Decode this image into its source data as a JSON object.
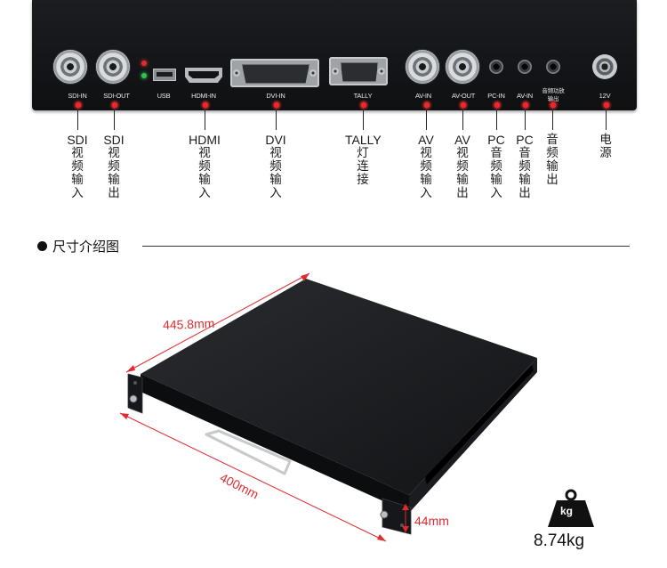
{
  "panel": {
    "ports": [
      {
        "id": "sdi_in",
        "label": "SDI-IN"
      },
      {
        "id": "sdi_out",
        "label": "SDI-OUT"
      },
      {
        "id": "usb",
        "label": "USB"
      },
      {
        "id": "hdmi_in",
        "label": "HDMI-IN"
      },
      {
        "id": "dvi_in",
        "label": "DVI-IN"
      },
      {
        "id": "tally",
        "label": "TALLY"
      },
      {
        "id": "av_in",
        "label": "AV-IN"
      },
      {
        "id": "av_out",
        "label": "AV-OUT"
      },
      {
        "id": "pc_in",
        "label": "PC-IN"
      },
      {
        "id": "av_in_2",
        "label": "AV-IN"
      },
      {
        "id": "audio_amp_out",
        "label": "音频功放输出"
      },
      {
        "id": "power_12v",
        "label": "12V"
      }
    ]
  },
  "callouts": [
    {
      "head": "SDI",
      "chars": [
        "视",
        "频",
        "输",
        "入"
      ]
    },
    {
      "head": "SDI",
      "chars": [
        "视",
        "频",
        "输",
        "出"
      ]
    },
    {
      "head": "HDMI",
      "chars": [
        "视",
        "频",
        "输",
        "入"
      ]
    },
    {
      "head": "DVI",
      "chars": [
        "视",
        "频",
        "输",
        "入"
      ]
    },
    {
      "head": "TALLY",
      "chars": [
        "灯",
        "连",
        "接"
      ]
    },
    {
      "head": "AV",
      "chars": [
        "视",
        "频",
        "输",
        "入"
      ]
    },
    {
      "head": "AV",
      "chars": [
        "视",
        "频",
        "输",
        "出"
      ]
    },
    {
      "head": "PC",
      "chars": [
        "音",
        "频",
        "输",
        "入"
      ]
    },
    {
      "head": "PC",
      "chars": [
        "音",
        "频",
        "输",
        "出"
      ]
    },
    {
      "head": "",
      "chars": [
        "音",
        "频",
        "输",
        "出"
      ]
    },
    {
      "head": "",
      "chars": [
        "电",
        "源"
      ]
    }
  ],
  "section": {
    "title": "尺寸介绍图"
  },
  "dimensions": {
    "depth": "445.8mm",
    "width": "400mm",
    "height": "44mm"
  },
  "weight": {
    "unit_badge": "kg",
    "value": "8.74kg"
  },
  "colors": {
    "accent": "#e02a2f",
    "panel": "#16171a"
  }
}
